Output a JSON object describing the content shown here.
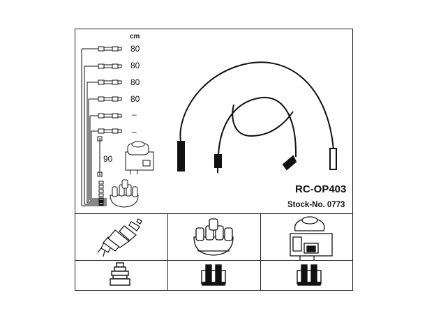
{
  "header": {
    "unit": "cm"
  },
  "lengths": [
    "80",
    "80",
    "80",
    "80",
    "–",
    "–",
    "90"
  ],
  "product": {
    "model": "RC-OP403",
    "stock": "Stock-No. 0773"
  },
  "components": {
    "spark_plug": "spark-plug",
    "distributor_cap": "distributor-cap",
    "ignition_coil": "ignition-coil"
  }
}
